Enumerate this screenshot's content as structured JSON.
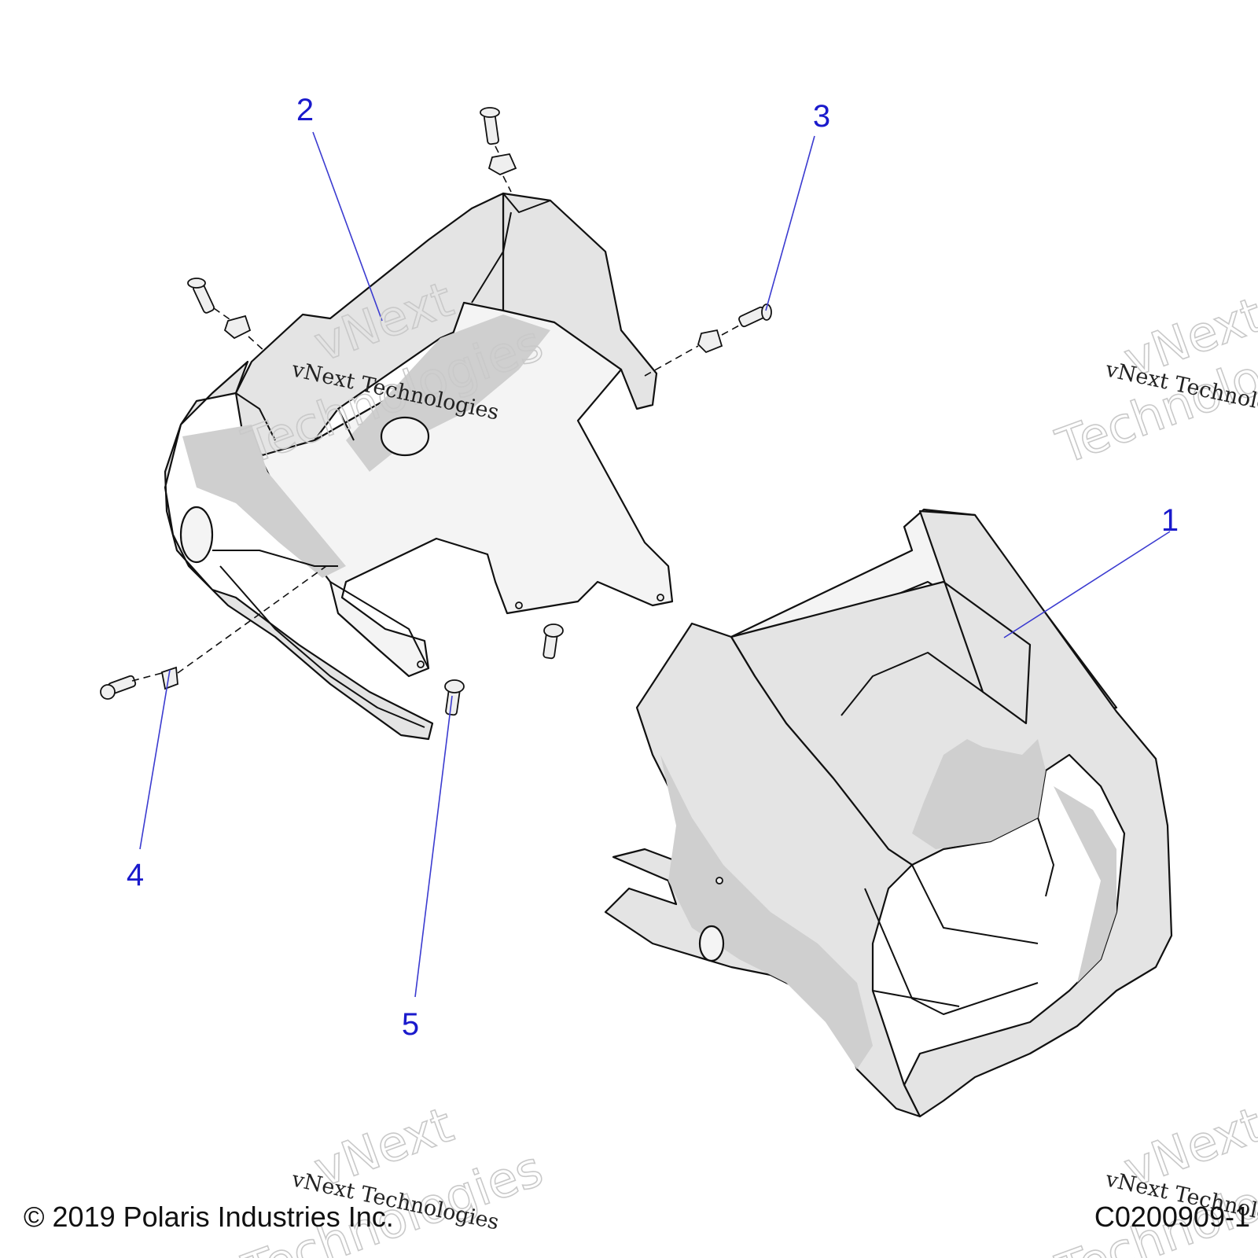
{
  "callouts": [
    {
      "id": "1",
      "label": "1"
    },
    {
      "id": "2",
      "label": "2"
    },
    {
      "id": "3",
      "label": "3"
    },
    {
      "id": "4",
      "label": "4"
    },
    {
      "id": "5",
      "label": "5"
    }
  ],
  "watermark": {
    "line": "vNext Technologies",
    "word1": "vNext",
    "word2": "Technologies"
  },
  "footer": {
    "copyright": "© 2019 Polaris Industries Inc.",
    "figure_code": "C0200909-1"
  },
  "colors": {
    "callout": "#1a1acc",
    "part_fill": "#e4e4e4",
    "outline": "#111111"
  }
}
